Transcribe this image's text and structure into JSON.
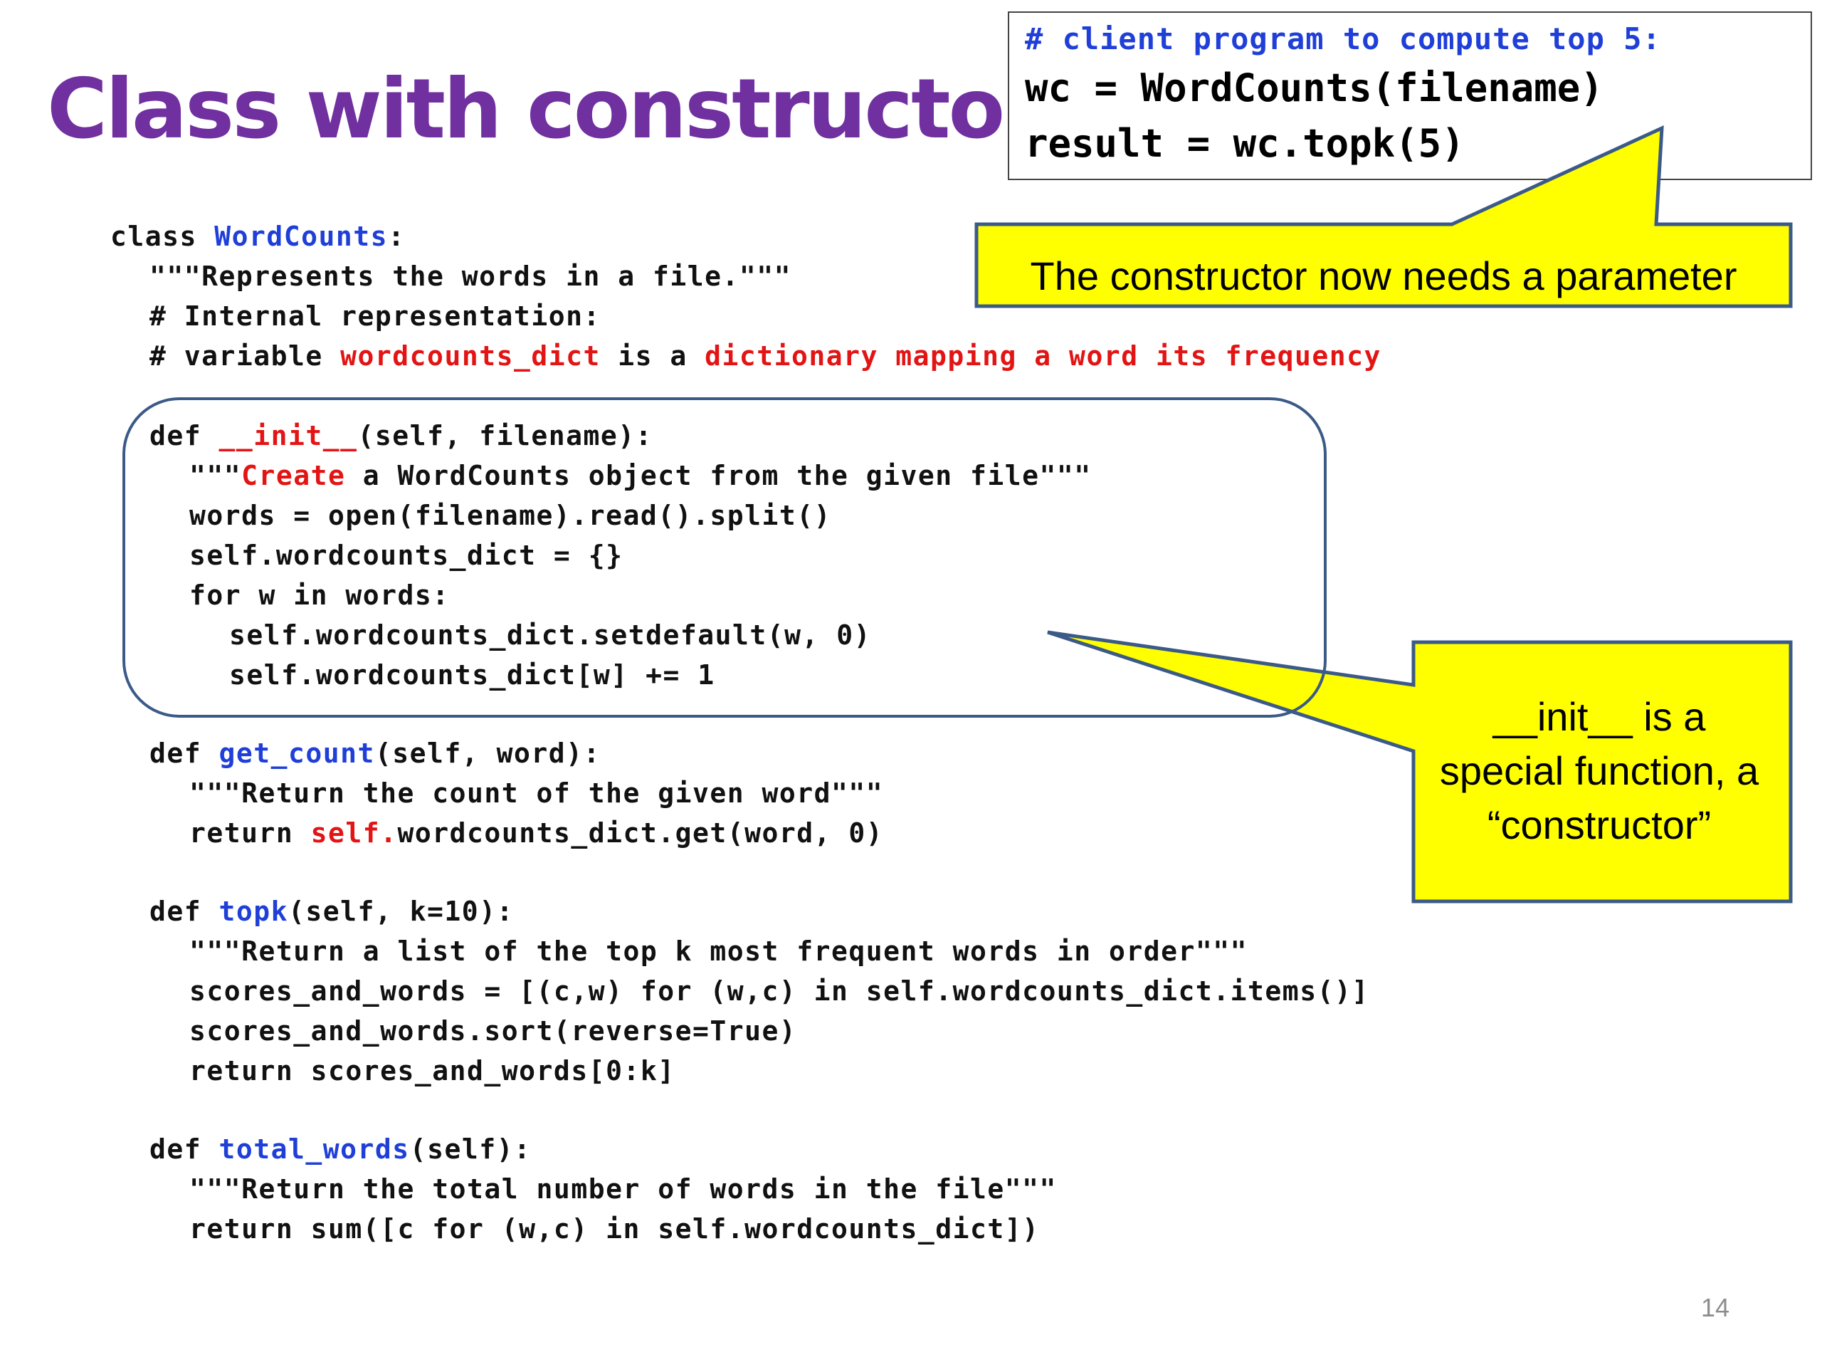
{
  "slide": {
    "title": "Class with constructor",
    "page_number": "14"
  },
  "client_box": {
    "comment": "# client program to compute top 5:",
    "line1": "wc = WordCounts(filename)",
    "line2": "result = wc.topk(5)"
  },
  "callout_top": {
    "text": "The constructor now needs a parameter"
  },
  "callout_right": {
    "line1": "__init__ is a",
    "line2": "special function, a",
    "line3": "“constructor”"
  },
  "code": {
    "class_kw": "class ",
    "class_name": "WordCounts",
    "class_colon": ":",
    "docstring": "\"\"\"Represents the words in a file.\"\"\"",
    "comment1": "# Internal representation:",
    "comment2_a": "# variable ",
    "comment2_var": "wordcounts_dict",
    "comment2_b": " is a ",
    "comment2_c": "dictionary mapping a word its frequency",
    "init_def": "def ",
    "init_name": "__init__",
    "init_sig": "(self, filename):",
    "init_doc_q": "\"\"\"",
    "init_doc_create": "Create",
    "init_doc_rest": " a WordCounts object from the given file\"\"\"",
    "init_l3": "words = open(filename).read().split()",
    "init_l4": "self.wordcounts_dict = {}",
    "init_l5": "for w in words:",
    "init_l6": "self.wordcounts_dict.setdefault(w, 0)",
    "init_l7": "self.wordcounts_dict[w] += 1",
    "get_def": "def ",
    "get_name": "get_count",
    "get_sig": "(self, word):",
    "get_doc": "\"\"\"Return the count of the given word\"\"\"",
    "get_ret_a": "return ",
    "get_ret_self": "self.",
    "get_ret_b": "wordcounts_dict.get(word, 0)",
    "topk_def": "def ",
    "topk_name": "topk",
    "topk_sig": "(self, k=10):",
    "topk_doc": "\"\"\"Return a list of the top k most frequent words in order\"\"\"",
    "topk_l2": "scores_and_words = [(c,w) for (w,c) in self.wordcounts_dict.items()]",
    "topk_l3": "scores_and_words.sort(reverse=True)",
    "topk_l4": "return scores_and_words[0:k]",
    "total_def": "def ",
    "total_name": "total_words",
    "total_sig": "(self):",
    "total_doc": "\"\"\"Return the total number of words in the file\"\"\"",
    "total_ret": "return sum([c for (w,c) in self.wordcounts_dict])"
  },
  "colors": {
    "title": "#7030a0",
    "keyword_blue": "#1f3fd8",
    "keyword_red": "#e31414",
    "callout_fill": "#ffff00",
    "callout_border": "#3b5a87"
  }
}
